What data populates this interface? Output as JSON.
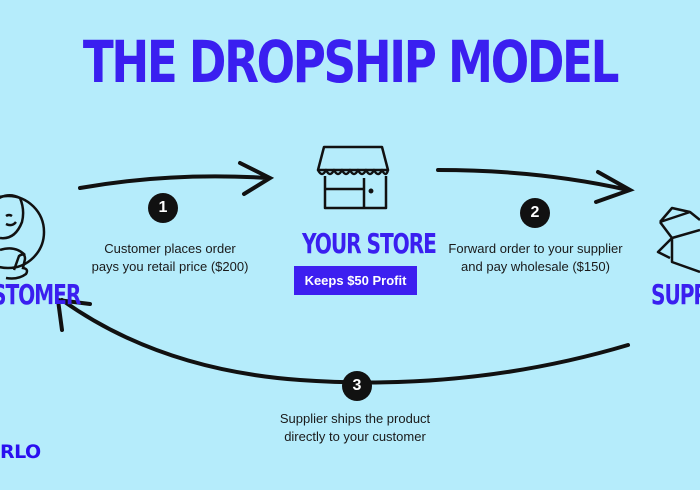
{
  "title": "THE DROPSHIP MODEL",
  "nodes": {
    "customer": {
      "label": "STOMER"
    },
    "store": {
      "label": "YOUR STORE",
      "badge": "Keeps $50 Profit"
    },
    "supplier": {
      "label": "SUPPL"
    }
  },
  "steps": [
    {
      "number": "1",
      "line1": "Customer places order",
      "line2": "pays you retail price ($200)"
    },
    {
      "number": "2",
      "line1": "Forward order to your supplier",
      "line2": "and pay wholesale ($150)"
    },
    {
      "number": "3",
      "line1": "Supplier ships the product",
      "line2": "directly to your customer"
    }
  ],
  "logo": "RLO",
  "colors": {
    "background": "#b5ecfb",
    "accent": "#3a1ff0"
  }
}
